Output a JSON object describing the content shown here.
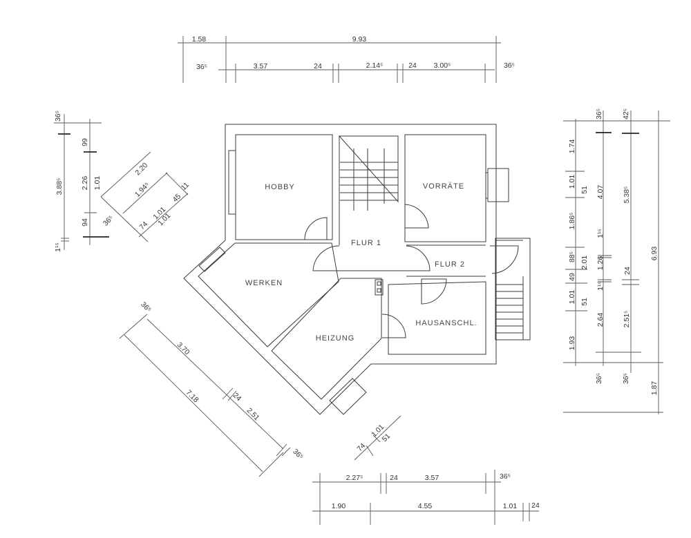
{
  "rooms": {
    "hobby": "HOBBY",
    "vorraete": "VORRÄTE",
    "flur1": "FLUR 1",
    "flur2": "FLUR 2",
    "werken": "WERKEN",
    "heizung": "HEIZUNG",
    "hausanschl": "HAUSANSCHL."
  },
  "dimensions": {
    "top_overall": [
      "1.58",
      "9.93"
    ],
    "top_detail": [
      "36⁵",
      "3.57",
      "24",
      "2.14⁵",
      "24",
      "3.00⁵",
      "36⁵"
    ],
    "left_vertical": [
      "36⁵",
      "3.88⁵",
      "1¹⁵",
      "99",
      "2.26",
      "1.01",
      "94"
    ],
    "left_diagonal": [
      "2.20",
      "1.94⁵",
      "36⁵",
      "74",
      "1.01",
      "1.01",
      "45",
      "11"
    ],
    "right_col1": [
      "1.74",
      "1.01",
      "1.86⁵",
      "88⁵",
      "49",
      "1.01",
      "1.93"
    ],
    "right_col2": [
      "51",
      "2.01",
      "51"
    ],
    "right_col3": [
      "36⁵",
      "4.07",
      "1¹⁵",
      "1.26",
      "1¹⁵",
      "2.64",
      "36⁵"
    ],
    "right_col4": [
      "42⁵",
      "5.38⁵",
      "24",
      "2.51⁵",
      "36⁵"
    ],
    "right_col5": [
      "6.93",
      "1.87"
    ],
    "bottom_left_diagonal": [
      "36⁵",
      "3.70",
      "24",
      "2.51",
      "7.18",
      "36⁵"
    ],
    "bottom_small_diagonal": [
      "74",
      "1.01",
      "51"
    ],
    "bottom_row1": [
      "2.27⁵",
      "24",
      "3.57",
      "36⁵"
    ],
    "bottom_row2": [
      "1.90",
      "4.55",
      "1.01",
      "24"
    ]
  }
}
